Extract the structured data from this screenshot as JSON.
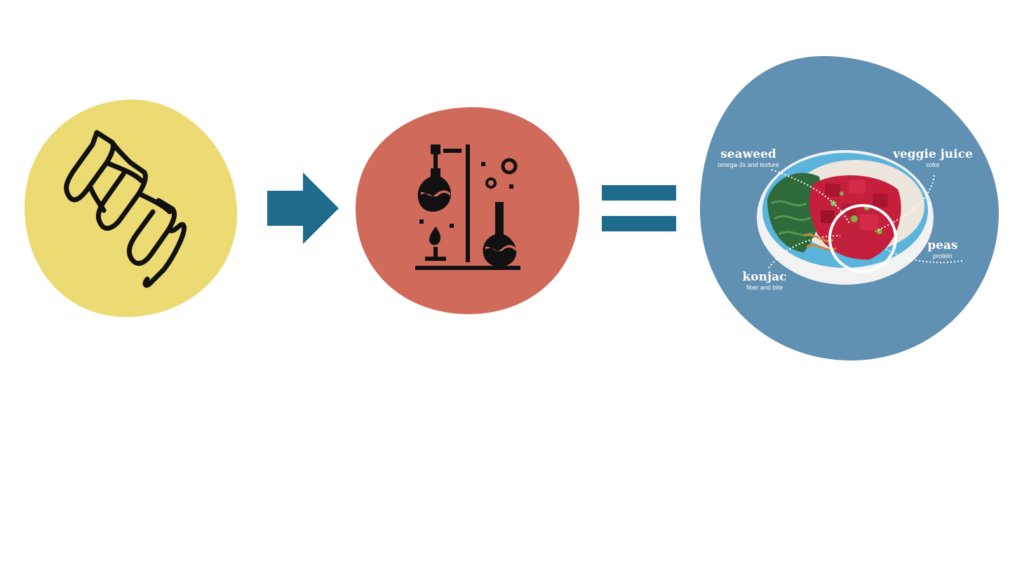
{
  "diagram": {
    "colors": {
      "blob_yellow": "#ecdb72",
      "blob_red": "#d06b5b",
      "blob_blue": "#6090b2",
      "arrow": "#1f6b8e",
      "equals": "#1f6b8e",
      "icon_stroke": "#111111",
      "bowl_rim": "#f4f4f4",
      "bowl_inner": "#5bb4dc",
      "rice": "#ece6dc",
      "seaweed": "#2f6b3a",
      "tuna": "#c51f3c",
      "callout_text": "#ffffff"
    },
    "steps": [
      {
        "id": "ingredient",
        "icon": "wavy-noodle-icon"
      },
      {
        "id": "process",
        "icon": "chemistry-lab-icon"
      },
      {
        "id": "result",
        "icon": "poke-bowl-photo"
      }
    ],
    "operators": [
      "right-arrow-icon",
      "equals-sign-icon"
    ],
    "callouts": {
      "seaweed": {
        "title": "seaweed",
        "subtitle": "omega-3s and texture"
      },
      "veggie_juice": {
        "title": "veggie juice",
        "subtitle": "color"
      },
      "peas": {
        "title": "peas",
        "subtitle": "protein"
      },
      "konjac": {
        "title": "konjac",
        "subtitle": "fiber and bite"
      }
    }
  }
}
